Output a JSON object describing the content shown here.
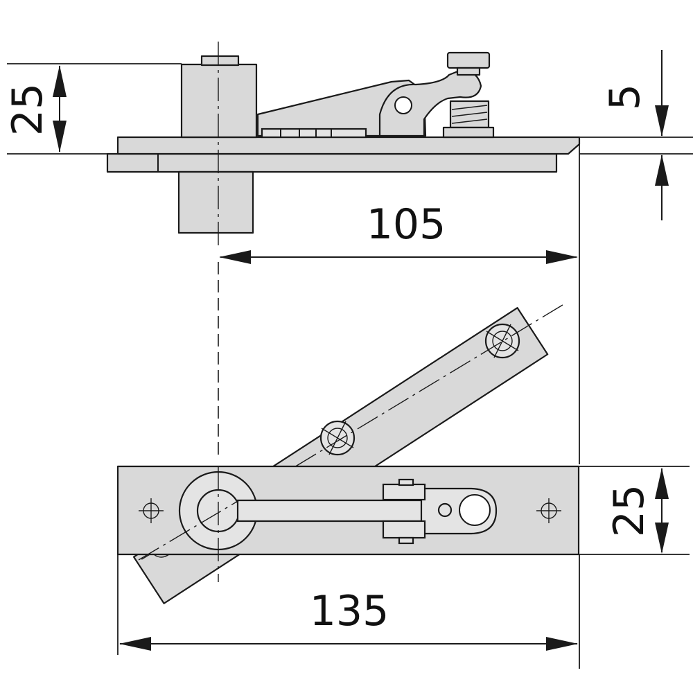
{
  "dimensions": {
    "top_left_height": "25",
    "top_right_gap": "5",
    "top_offset": "105",
    "bottom_right_height": "25",
    "bottom_length": "135"
  }
}
